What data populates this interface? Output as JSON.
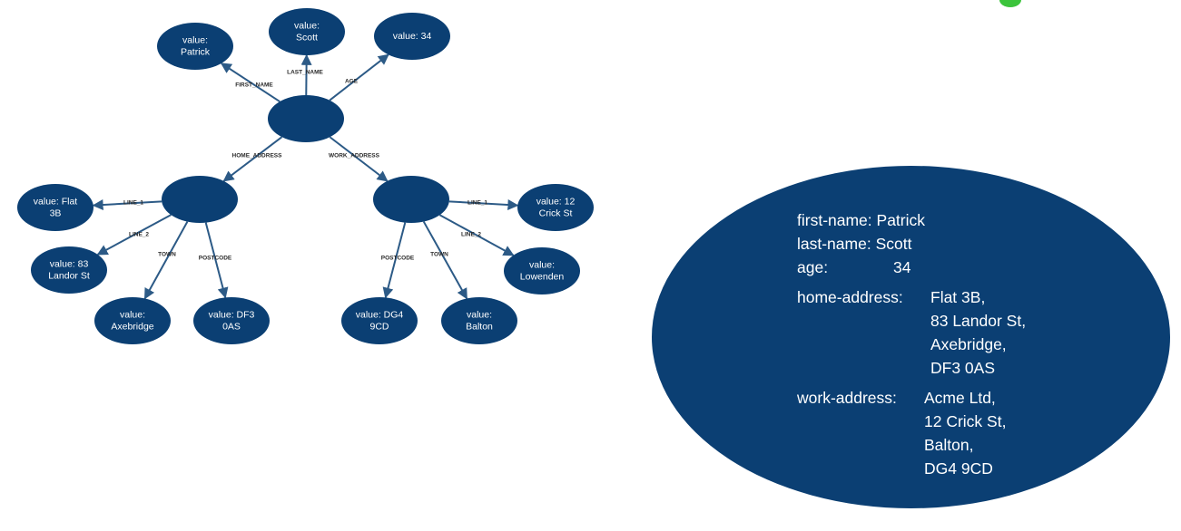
{
  "colors": {
    "node_fill": "#0b3f73",
    "edge": "#2c5a86",
    "indicator": "#3cc43c"
  },
  "graph": {
    "nodes": [
      {
        "id": "root",
        "lines": []
      },
      {
        "id": "first_name",
        "lines": [
          "value:",
          "Patrick"
        ]
      },
      {
        "id": "last_name",
        "lines": [
          "value:",
          "Scott"
        ]
      },
      {
        "id": "age",
        "lines": [
          "value: 34"
        ]
      },
      {
        "id": "home",
        "lines": []
      },
      {
        "id": "work",
        "lines": []
      },
      {
        "id": "home_line1",
        "lines": [
          "value: Flat",
          "3B"
        ]
      },
      {
        "id": "home_line2",
        "lines": [
          "value: 83",
          "Landor St"
        ]
      },
      {
        "id": "home_town",
        "lines": [
          "value:",
          "Axebridge"
        ]
      },
      {
        "id": "home_postcode",
        "lines": [
          "value: DF3",
          "0AS"
        ]
      },
      {
        "id": "work_line1",
        "lines": [
          "value: 12",
          "Crick St"
        ]
      },
      {
        "id": "work_line2",
        "lines": [
          "value:",
          "Lowenden"
        ]
      },
      {
        "id": "work_postcode",
        "lines": [
          "value: DG4",
          "9CD"
        ]
      },
      {
        "id": "work_town",
        "lines": [
          "value:",
          "Balton"
        ]
      }
    ],
    "edges": [
      {
        "from": "root",
        "to": "first_name",
        "label": "FIRST_NAME"
      },
      {
        "from": "root",
        "to": "last_name",
        "label": "LAST_NAME"
      },
      {
        "from": "root",
        "to": "age",
        "label": "AGE"
      },
      {
        "from": "root",
        "to": "home",
        "label": "HOME_ADDRESS"
      },
      {
        "from": "root",
        "to": "work",
        "label": "WORK_ADDRESS"
      },
      {
        "from": "home",
        "to": "home_line1",
        "label": "LINE_1"
      },
      {
        "from": "home",
        "to": "home_line2",
        "label": "LINE_2"
      },
      {
        "from": "home",
        "to": "home_town",
        "label": "TOWN"
      },
      {
        "from": "home",
        "to": "home_postcode",
        "label": "POSTCODE"
      },
      {
        "from": "work",
        "to": "work_line1",
        "label": "LINE_1"
      },
      {
        "from": "work",
        "to": "work_line2",
        "label": "LINE_2"
      },
      {
        "from": "work",
        "to": "work_postcode",
        "label": "POSTCODE"
      },
      {
        "from": "work",
        "to": "work_town",
        "label": "TOWN"
      }
    ]
  },
  "record": {
    "first_name_key": "first-name:",
    "first_name_value": "Patrick",
    "last_name_key": "last-name:",
    "last_name_value": "Scott",
    "age_key": "age:",
    "age_value": "34",
    "home_key": "home-address:",
    "home_lines": [
      "Flat 3B,",
      "83 Landor St,",
      "Axebridge,",
      "DF3 0AS"
    ],
    "work_key": "work-address:",
    "work_lines": [
      "Acme Ltd,",
      "12 Crick St,",
      "Balton,",
      "DG4 9CD"
    ]
  }
}
